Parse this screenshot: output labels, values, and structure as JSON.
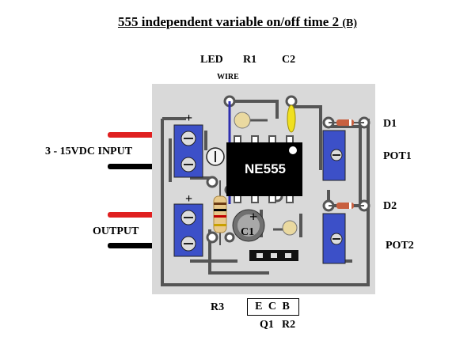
{
  "title": "555 independent variable on/off time 2",
  "title_suffix": "(B)",
  "labels": {
    "led": "LED",
    "wire": "WIRE",
    "r1": "R1",
    "c2": "C2",
    "d1": "D1",
    "pot1": "POT1",
    "d2": "D2",
    "pot2": "POT2",
    "input": "3 - 15VDC INPUT",
    "output": "OUTPUT",
    "r3": "R3",
    "ecb": "E C B",
    "q1": "Q1",
    "r2": "R2",
    "chip": "NE555",
    "c1": "C1",
    "plus": "+"
  },
  "colors": {
    "board": "#d9d9d9",
    "trace": "#555555",
    "terminal": "#3c50c8",
    "chip": "#000000",
    "red_wire": "#e02020",
    "black_wire": "#000000",
    "cap_yellow": "#f0e020"
  }
}
